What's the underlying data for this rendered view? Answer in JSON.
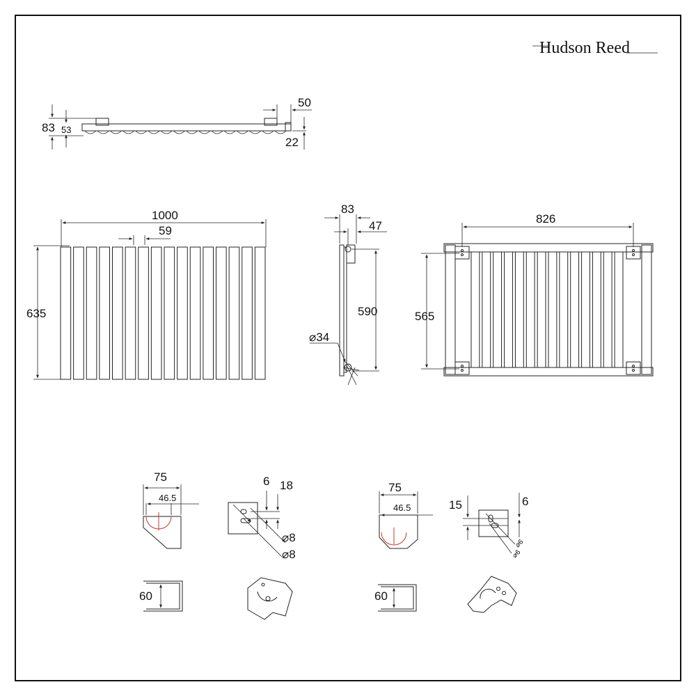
{
  "brand": {
    "name": "Hudson Reed"
  },
  "top_view": {
    "depth_overall": "83",
    "depth_panel": "53",
    "offset": "50",
    "gap": "22"
  },
  "front_view": {
    "width": "1000",
    "height": "635",
    "pitch": "59",
    "columns": 16
  },
  "side_view": {
    "depth": "83",
    "offset": "47",
    "centres": "590",
    "pipe": "⌀34"
  },
  "rear_view": {
    "width_centres": "826",
    "height_centres": "565",
    "columns": 14
  },
  "bracket_a": {
    "width": "75",
    "inner": "46.5",
    "slot": "6",
    "hole_spacing": "18",
    "hole1": "⌀8",
    "hole2": "⌀8",
    "height": "60"
  },
  "bracket_b": {
    "width": "75",
    "inner": "46.5",
    "spacing": "15",
    "slot": "6",
    "hole1": "⌀6",
    "hole2": "⌀6",
    "height": "60"
  },
  "colors": {
    "line": "#222222",
    "accent": "#c0392b",
    "frame": "#111111"
  }
}
